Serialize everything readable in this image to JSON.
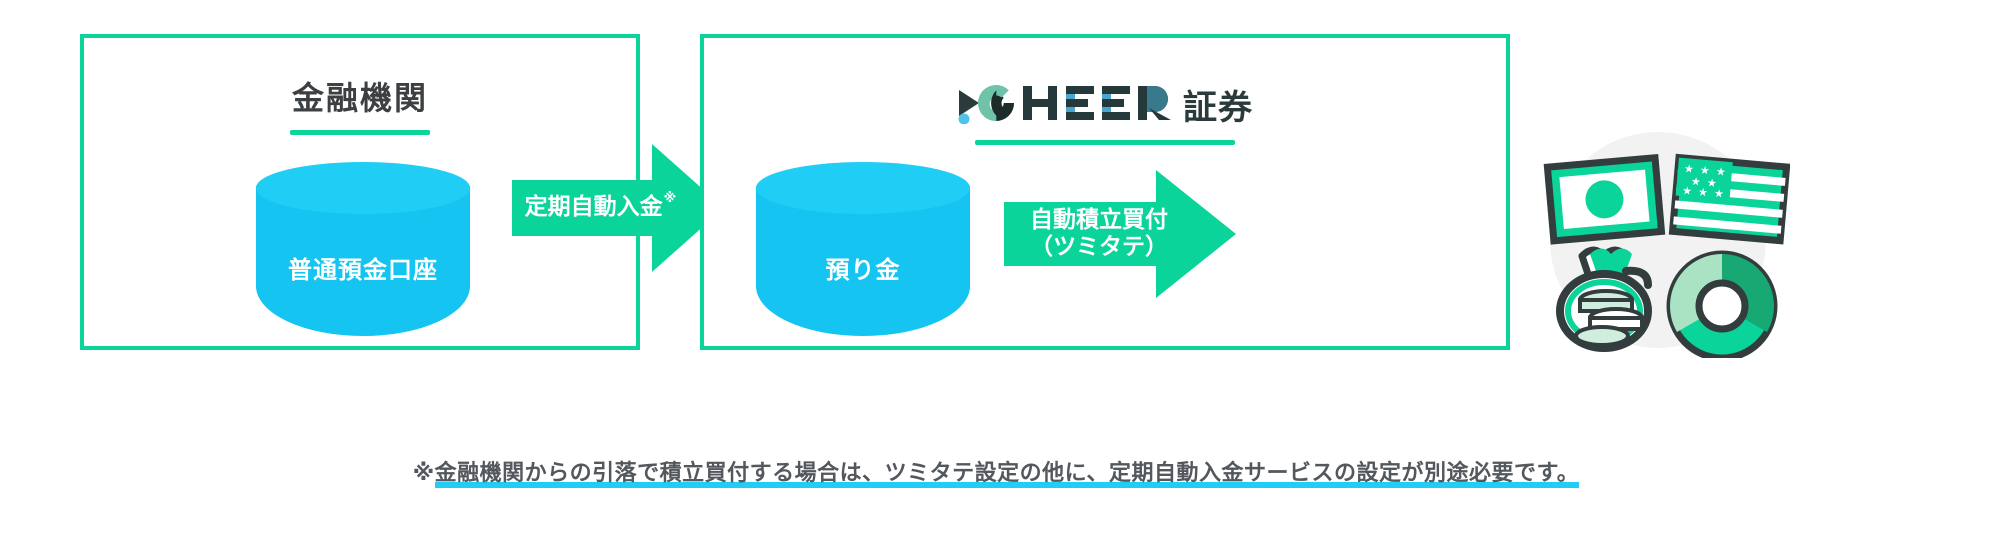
{
  "diagram": {
    "panels": [
      {
        "id": "bank",
        "title": "金融機関",
        "node_label": "普通預金口座"
      },
      {
        "id": "cheer",
        "logo_text": "CHEER",
        "logo_suffix": "証券",
        "node_label": "預り金"
      }
    ],
    "arrows": [
      {
        "id": "periodic-deposit",
        "line1": "定期自動入金",
        "superscript": "※",
        "line2": ""
      },
      {
        "id": "auto-accumulation-purchase",
        "line1": "自動積立買付",
        "superscript": "",
        "line2": "（ツミタテ）"
      }
    ],
    "illustration": {
      "items": [
        "japan-flag-icon",
        "usa-flag-icon",
        "money-bag-icon",
        "donut-chart-icon"
      ]
    },
    "footnote": {
      "marker": "※",
      "text": "金融機関からの引落で積立買付する場合は、ツミタテ設定の他に、定期自動入金サービスの設定が別途必要です。"
    },
    "colors": {
      "green": "#0ad49a",
      "cyan": "#15c4f0",
      "cyan_light": "#1fcdf5",
      "dark": "#2b3a3a",
      "text_gray": "#53585e",
      "illus_bg": "#f2f2f2",
      "mint_light": "#a9e3c4"
    }
  }
}
